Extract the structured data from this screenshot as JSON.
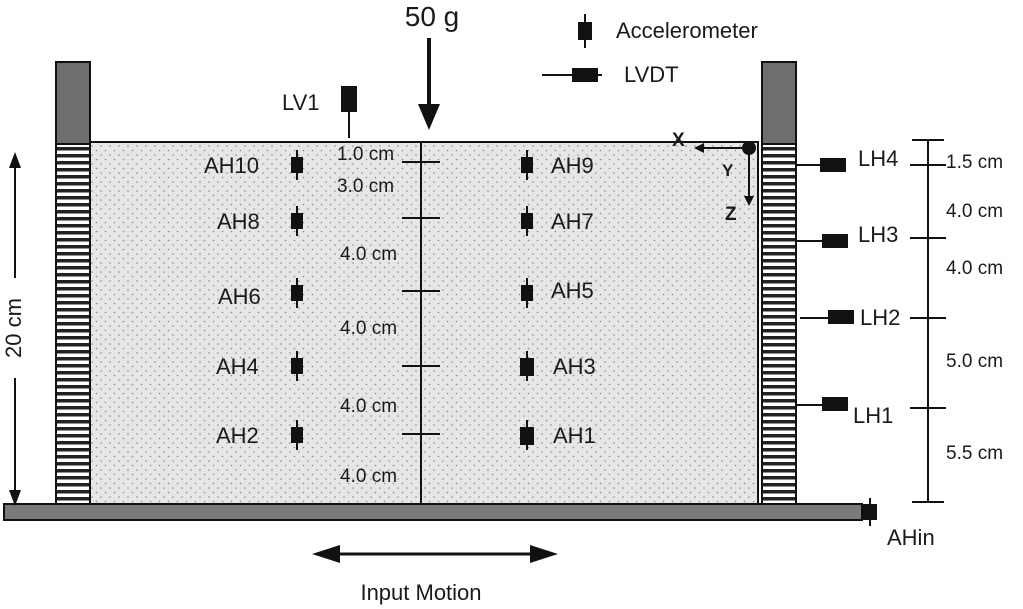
{
  "title": "50 g",
  "legend": {
    "accelerometer": "Accelerometer",
    "lvdt": "LVDT"
  },
  "axes": {
    "x": "X",
    "y": "Y",
    "z": "Z"
  },
  "height_label": "20 cm",
  "input_motion_label": "Input Motion",
  "base_sensor": "AHin",
  "lvdt_vertical": "LV1",
  "accelerometers_left": [
    "AH10",
    "AH8",
    "AH6",
    "AH4",
    "AH2"
  ],
  "accelerometers_right": [
    "AH9",
    "AH7",
    "AH5",
    "AH3",
    "AH1"
  ],
  "center_spacings": [
    "1.0 cm",
    "3.0 cm",
    "4.0 cm",
    "4.0 cm",
    "4.0 cm",
    "4.0 cm"
  ],
  "lvdt_horizontal": [
    "LH4",
    "LH3",
    "LH2",
    "LH1"
  ],
  "right_spacings": [
    "1.5 cm",
    "4.0 cm",
    "4.0 cm",
    "5.0 cm",
    "5.5 cm"
  ],
  "colors": {
    "soil": "#e6e6e6",
    "wall_cap": "#6e6e6e",
    "base_plate": "#7a7a7a",
    "ink": "#111111"
  }
}
